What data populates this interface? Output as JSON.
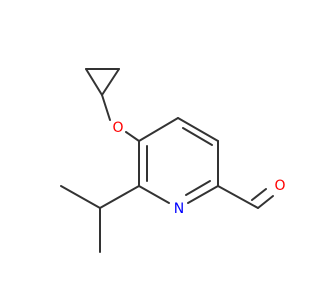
{
  "diagram": {
    "type": "chemical-structure",
    "atoms": {
      "oxygen_ether": "O",
      "nitrogen_ring": "N",
      "oxygen_aldehyde": "O"
    },
    "colors": {
      "bond": "#333333",
      "oxygen": "#ff0000",
      "nitrogen": "#0000ff",
      "background": "#ffffff"
    }
  }
}
